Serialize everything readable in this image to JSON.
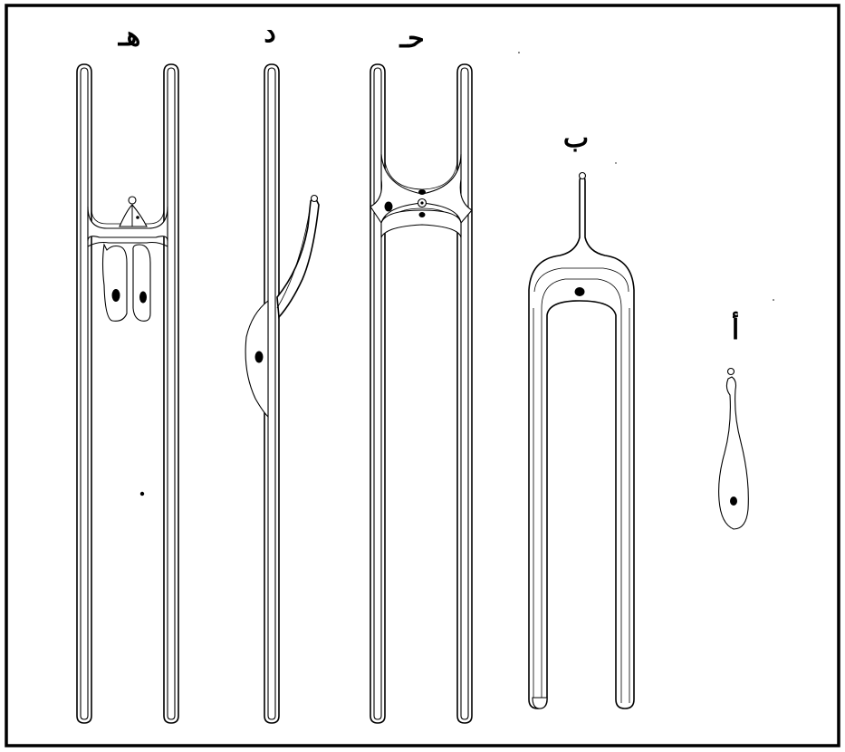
{
  "figure": {
    "labels": {
      "stage_he": "هـ",
      "stage_dal": "د",
      "stage_ha": "حـ",
      "stage_ba": "ب",
      "stage_alif": "أ"
    }
  }
}
